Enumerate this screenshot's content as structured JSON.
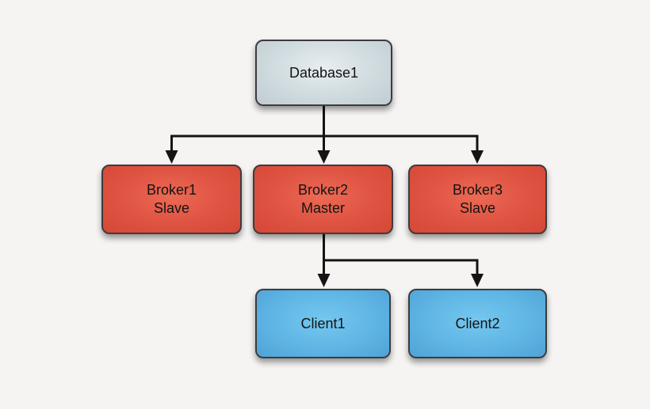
{
  "diagram": {
    "nodes": [
      {
        "id": "database1",
        "label": "Database1",
        "sublabel": "",
        "role": "database"
      },
      {
        "id": "broker1",
        "label": "Broker1",
        "sublabel": "Slave",
        "role": "broker"
      },
      {
        "id": "broker2",
        "label": "Broker2",
        "sublabel": "Master",
        "role": "broker"
      },
      {
        "id": "broker3",
        "label": "Broker3",
        "sublabel": "Slave",
        "role": "broker"
      },
      {
        "id": "client1",
        "label": "Client1",
        "sublabel": "",
        "role": "client"
      },
      {
        "id": "client2",
        "label": "Client2",
        "sublabel": "",
        "role": "client"
      }
    ],
    "edges": [
      {
        "from": "Database1",
        "to": "Broker1 Slave"
      },
      {
        "from": "Database1",
        "to": "Broker2 Master"
      },
      {
        "from": "Database1",
        "to": "Broker3 Slave"
      },
      {
        "from": "Broker2 Master",
        "to": "Client1"
      },
      {
        "from": "Broker2 Master",
        "to": "Client2"
      }
    ],
    "colors": {
      "background": "#f5f4f3",
      "database_fill": "#d0dbdf",
      "broker_fill": "#e05444",
      "client_fill": "#5fb5e4",
      "node_border": "#3c3c3c",
      "connector": "#141414",
      "text": "#141414"
    }
  }
}
